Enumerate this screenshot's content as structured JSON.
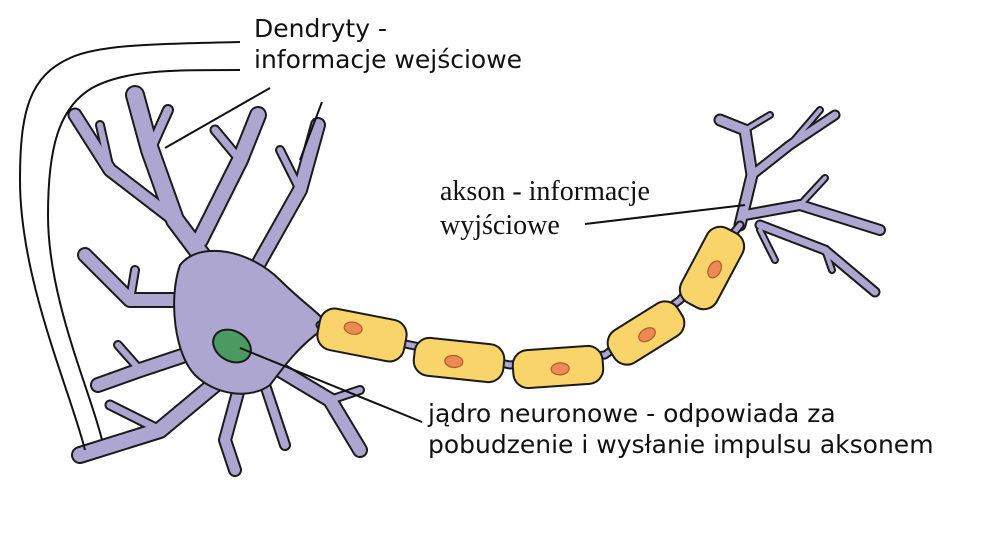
{
  "colors": {
    "cell_body": "#aca6d0",
    "cell_outline": "#1a1a1a",
    "nucleus": "#4a9a62",
    "myelin": "#f8d46a",
    "myelin_nucleus": "#ec8a55",
    "leader_line": "#111111"
  },
  "labels": {
    "dendrites": {
      "line1": "Dendryty -",
      "line2": "informacje wejściowe"
    },
    "axon": {
      "line1": "akson - informacje",
      "line2": "wyjściowe"
    },
    "nucleus": {
      "line1": "jądro neuronowe - odpowiada za",
      "line2": "pobudzenie i wysłanie impulsu aksonem"
    }
  }
}
